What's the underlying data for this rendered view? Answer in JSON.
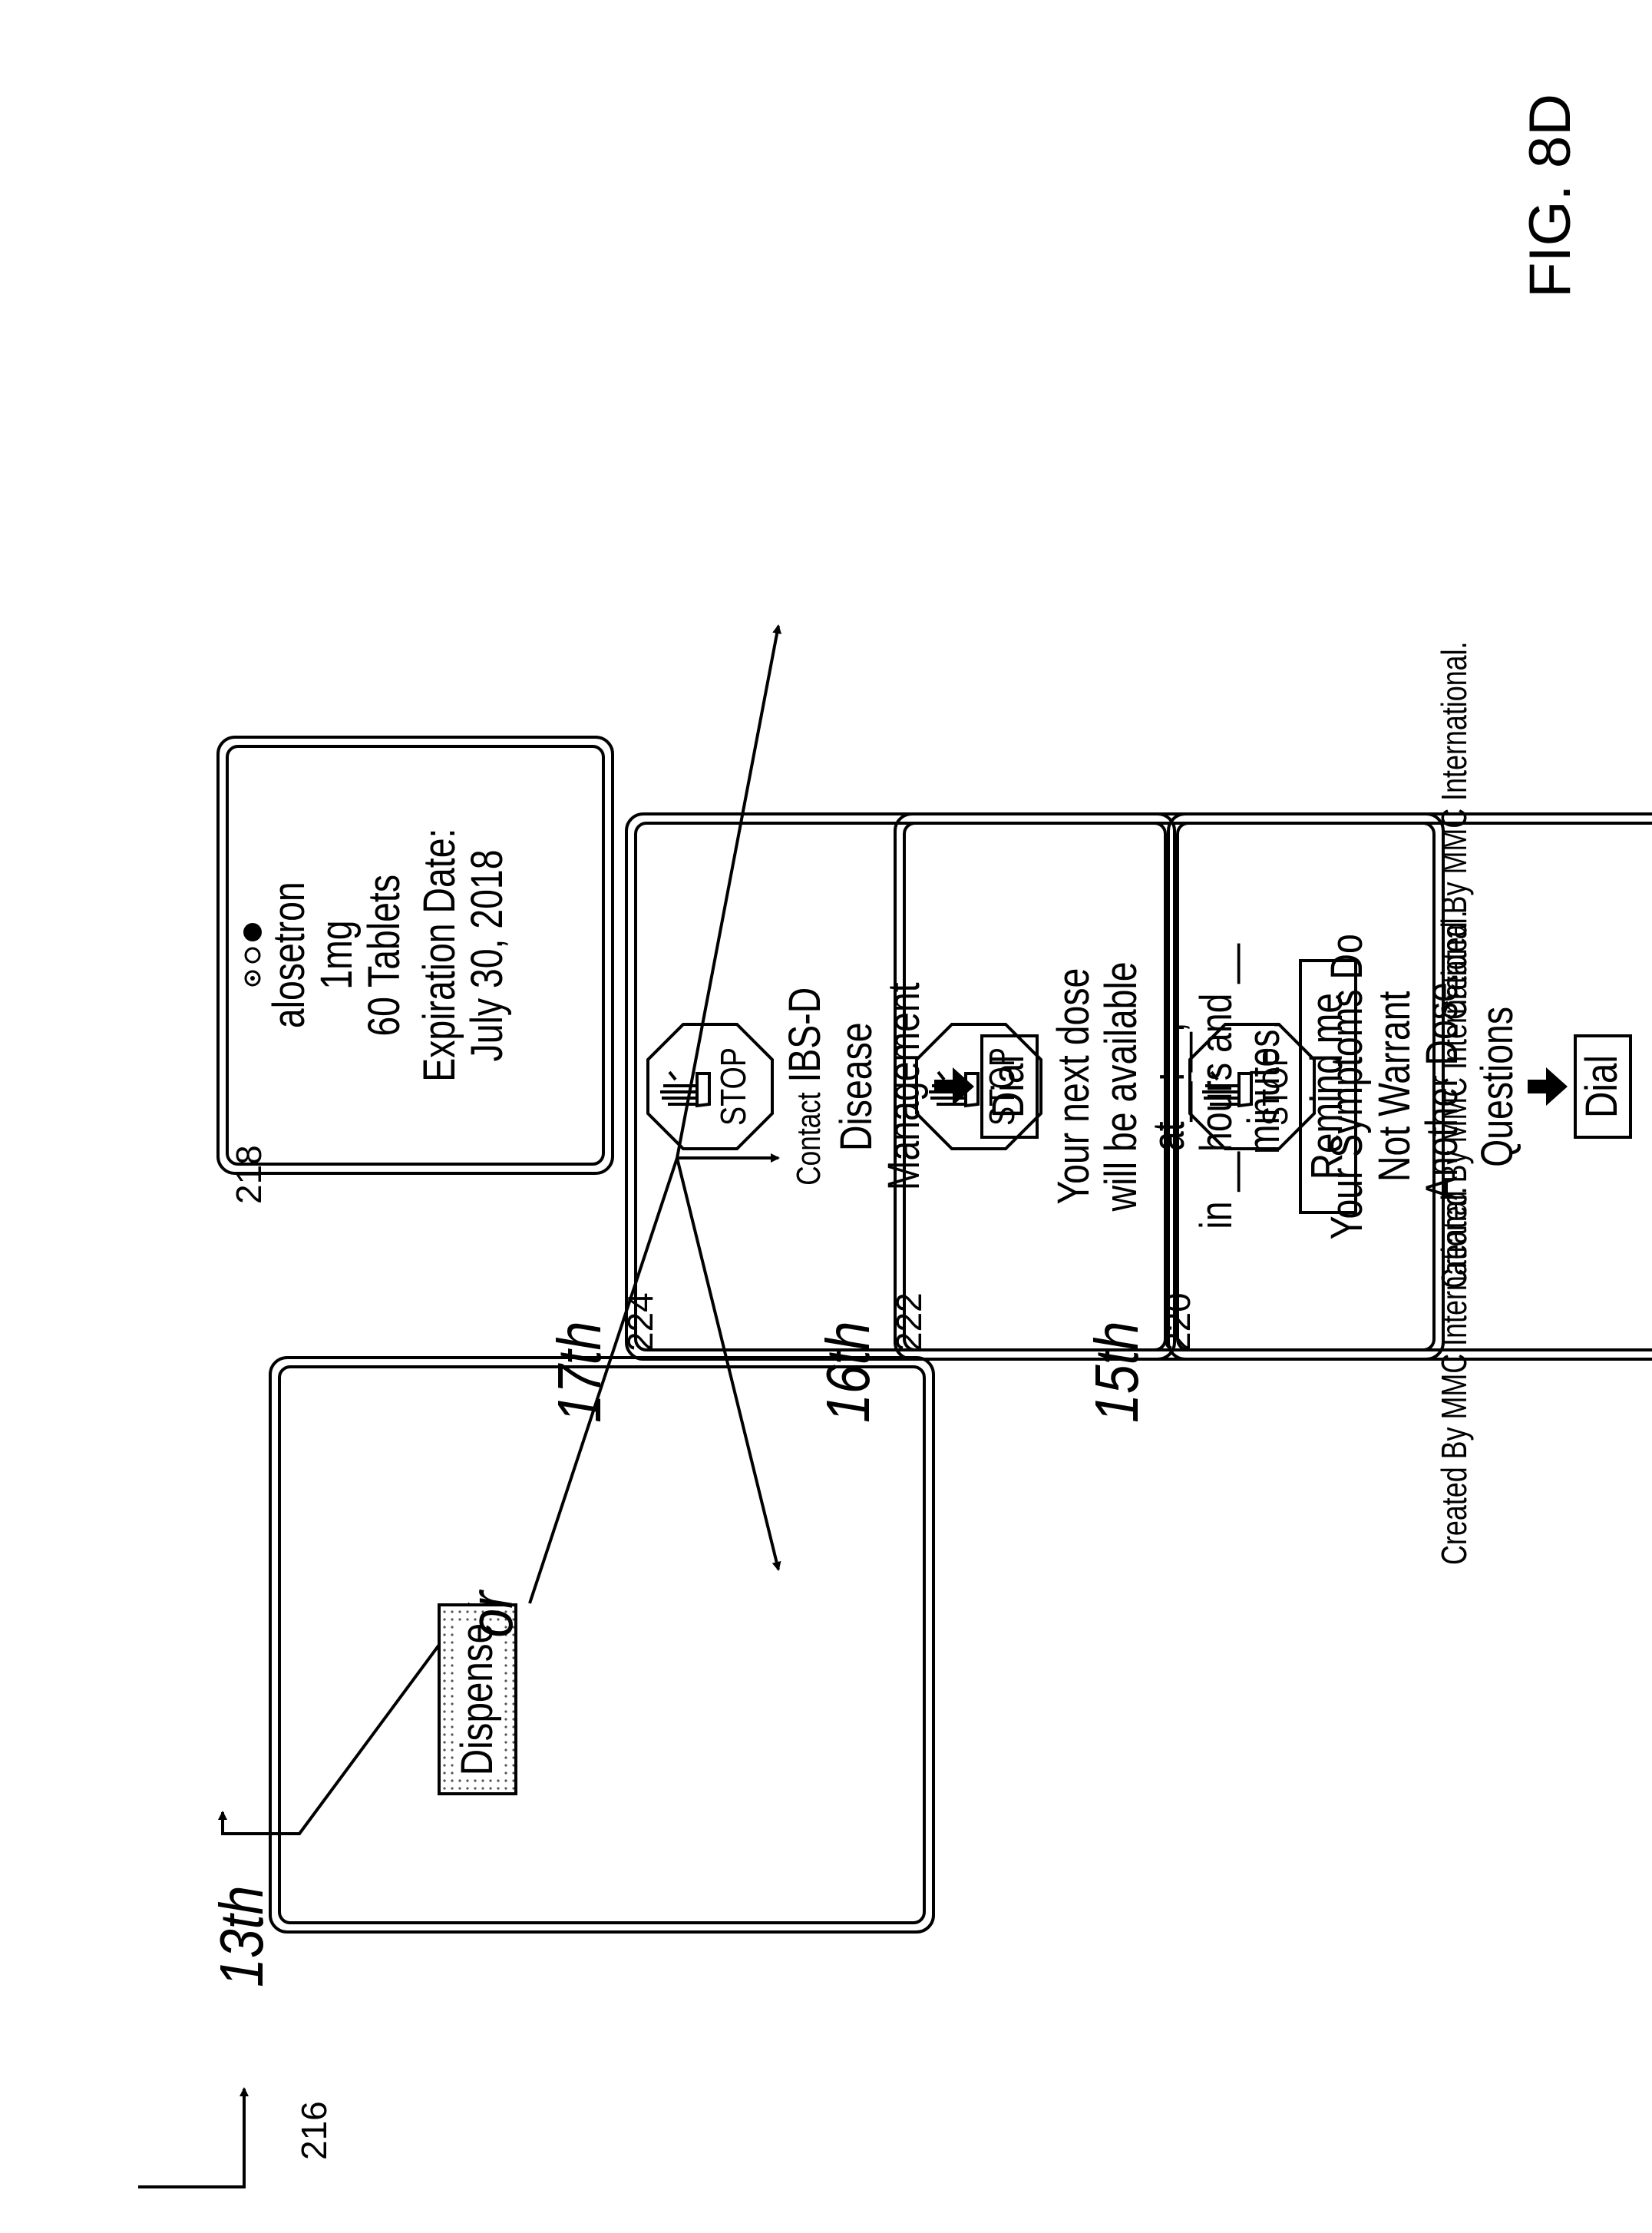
{
  "figure_label": "FIG. 8D",
  "branch_label": "or",
  "screens": {
    "s216": {
      "ref": "216",
      "day": "13th",
      "button": "Dispense"
    },
    "s218": {
      "ref": "218",
      "lines": [
        "alosetron",
        "1mg",
        "60 Tablets",
        "Expiration Date:",
        "July 30, 2018"
      ]
    },
    "s220": {
      "ref": "220",
      "day": "15th",
      "stop": "STOP",
      "lines": [
        "Your Symptoms Do",
        "Not Warrant",
        "Another Dose.",
        "Questions"
      ],
      "button": "Dial",
      "credit": "Created By MMC International."
    },
    "s222": {
      "ref": "222",
      "day": "16th",
      "stop": "STOP",
      "lines": [
        "Your next dose",
        "will be available",
        "at__:__,",
        "in __hours and __",
        "minutes."
      ],
      "button": "Remind me",
      "credit": "Created By MMC International."
    },
    "s224": {
      "ref": "224",
      "day": "17th",
      "stop": "STOP",
      "contact_word": "Contact",
      "lines_first": "IBS-D",
      "lines": [
        "Disease",
        "Management"
      ],
      "button": "Dial",
      "credit": "Created By MMC International."
    }
  }
}
